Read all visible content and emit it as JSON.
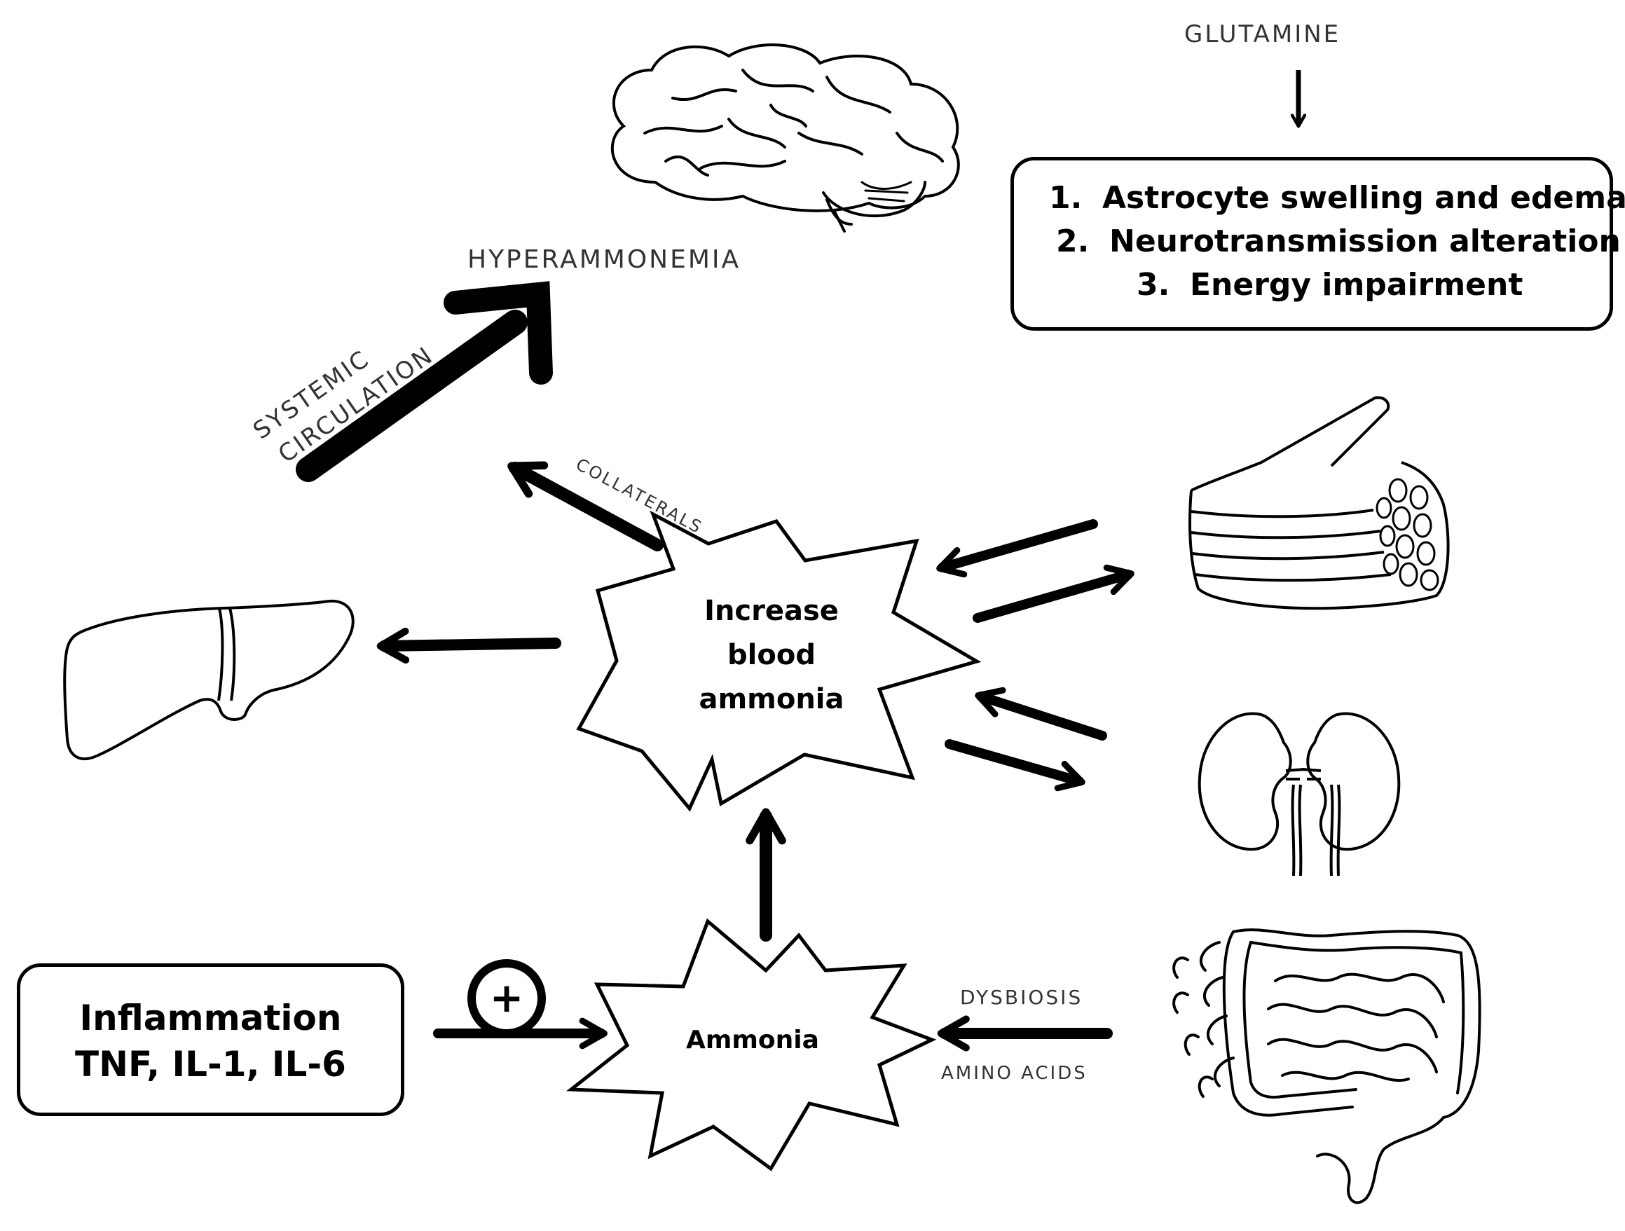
{
  "diagram": {
    "glutamine_label": "GLUTAMINE",
    "hyperammonemia_label": "HYPERAMMONEMIA",
    "systemic_label_line1": "SYSTEMIC",
    "systemic_label_line2": "CIRCULATION",
    "collaterals_label": "COLLATERALS",
    "center_node": {
      "line1": "Increase",
      "line2": "blood",
      "line3": "ammonia"
    },
    "ammonia_node": "Ammonia",
    "dysbiosis_label": "DYSBIOSIS",
    "amino_acids_label": "AMINO ACIDS",
    "plus_symbol": "+",
    "effects": [
      {
        "num": "1.",
        "text": "Astrocyte swelling and edema"
      },
      {
        "num": "2.",
        "text": "Neurotransmission  alteration"
      },
      {
        "num": "3.",
        "text": "Energy impairment"
      }
    ],
    "inflammation": {
      "title": "Inflammation",
      "cytokines": "TNF, IL-1, IL-6"
    },
    "icons": [
      "brain-icon",
      "liver-icon",
      "muscle-icon",
      "kidneys-icon",
      "intestine-icon"
    ]
  }
}
